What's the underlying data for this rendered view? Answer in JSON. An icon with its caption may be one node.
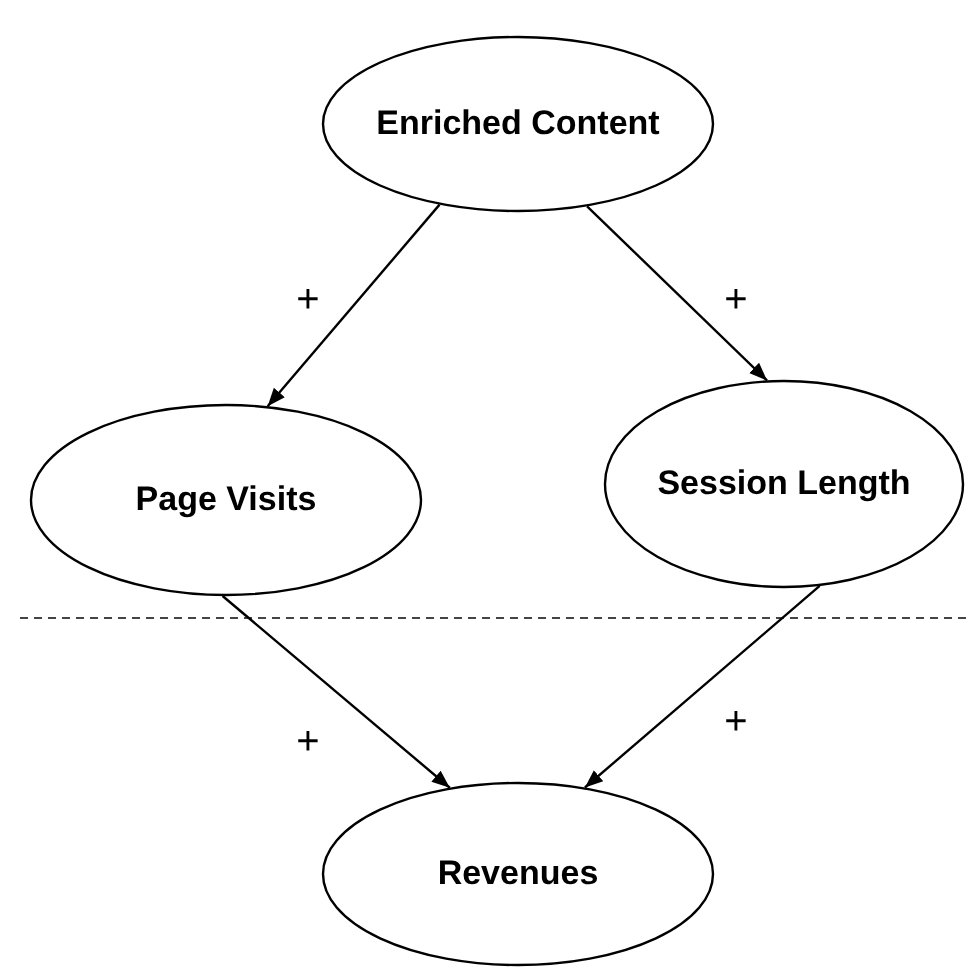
{
  "diagram": {
    "nodes": [
      {
        "text": [
          "Enriched Content"
        ]
      },
      {
        "text": [
          "Page Visits"
        ]
      },
      {
        "text": [
          "Session Length"
        ]
      },
      {
        "text": [
          "Revenues"
        ]
      }
    ],
    "edges": [
      {
        "from": 0,
        "to": 1,
        "arrow": "to",
        "label": "+"
      },
      {
        "from": 0,
        "to": 2,
        "arrow": "to",
        "label": "+"
      },
      {
        "from": 1,
        "to": 3,
        "arrow": "to",
        "label": "+"
      },
      {
        "from": 2,
        "to": 3,
        "arrow": "to",
        "label": "+"
      }
    ]
  }
}
